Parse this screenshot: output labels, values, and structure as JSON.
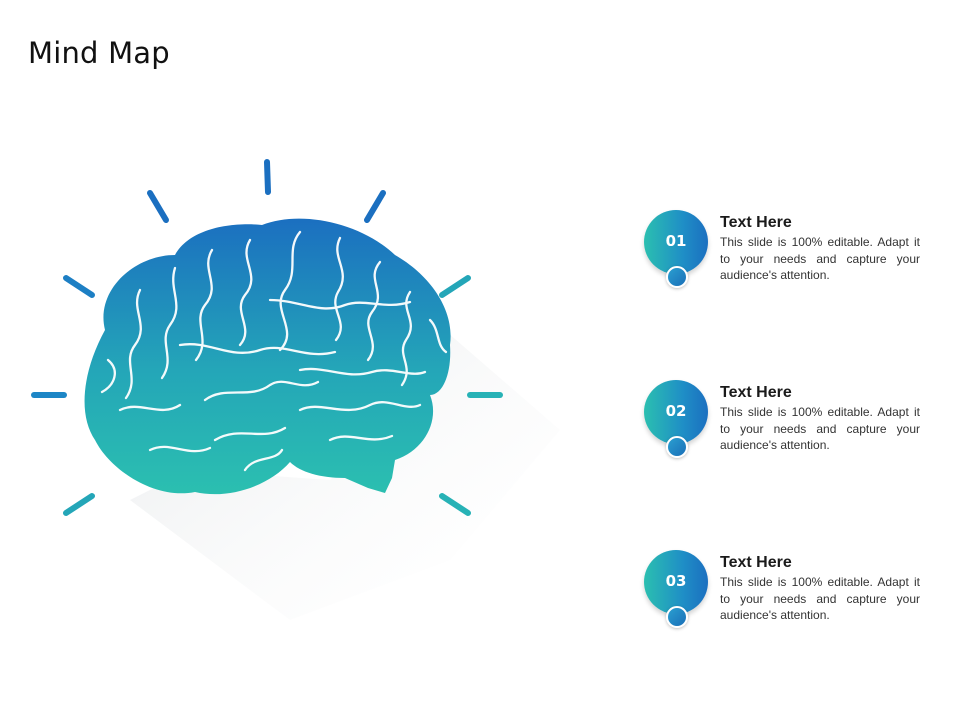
{
  "title": "Mind Map",
  "colors": {
    "gradient_start": "#1b6fc0",
    "gradient_end": "#2bbfb0",
    "text": "#1a1a1a"
  },
  "icons": {
    "brain": "brain-icon",
    "rays": "radiating-lines"
  },
  "items": [
    {
      "number": "01",
      "heading": "Text Here",
      "text": "This slide is 100% editable. Adapt it to your needs and capture your audience's attention."
    },
    {
      "number": "02",
      "heading": "Text Here",
      "text": "This slide is 100% editable. Adapt it to your needs and capture your audience's attention."
    },
    {
      "number": "03",
      "heading": "Text Here",
      "text": "This slide is 100% editable. Adapt it to your needs and capture your audience's attention."
    }
  ]
}
